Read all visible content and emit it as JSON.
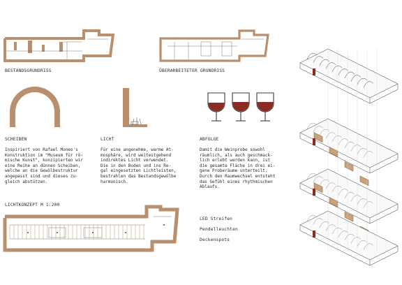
{
  "labels": {
    "plan_existing": "BESTANDSGRUNDRISS",
    "plan_revised": "ÜBERARBEITETER GRUNDRISS",
    "scheiben": "SCHEIBEN",
    "licht": "LICHT",
    "abfolge": "ABFOLGE",
    "lichtkonzept": "LICHTKONZEPT M 1:200"
  },
  "texts": {
    "scheiben": [
      "Inspiriert von Rafael Moneo's",
      "Konstruktion im \"Museum für rö-",
      "mische Kunst\", konzipierten wir",
      "eine Reihe an dünnen Scheiben,",
      "welche an die Gewölbestruktur",
      "angepasst sind und dieses zu-",
      "gleich abstützen."
    ],
    "licht": [
      "Für eine angenehme, warme At-",
      "mosphäre, wird weitestgehend",
      "indirektes Licht verwendet.",
      "Die in den Boden und ins Re-",
      "gal eingesetzten Lichtleisten,",
      "bestrahlen das Bestandsgewölbe",
      "harmonisch."
    ],
    "abfolge": [
      "Damit die Weinprobe sowohl",
      "räumlich, als auch geschmack-",
      "lich erlebt werden kann, ist",
      "die gesamte Fläche in drei ei-",
      "gene Proberäume unterteilt.",
      "Durch den Raumwechsel entsteht",
      "das Gefühl eines rhythmischen",
      "Ablaufs."
    ]
  },
  "legend": [
    {
      "label": "LED Streifen"
    },
    {
      "label": "Pendelleuchten"
    },
    {
      "label": "Deckenspots"
    }
  ],
  "colors": {
    "wall": "#b98f6e",
    "wine": "#8b2c22",
    "line": "#3a3a3a",
    "wood": "#c9a27c"
  }
}
